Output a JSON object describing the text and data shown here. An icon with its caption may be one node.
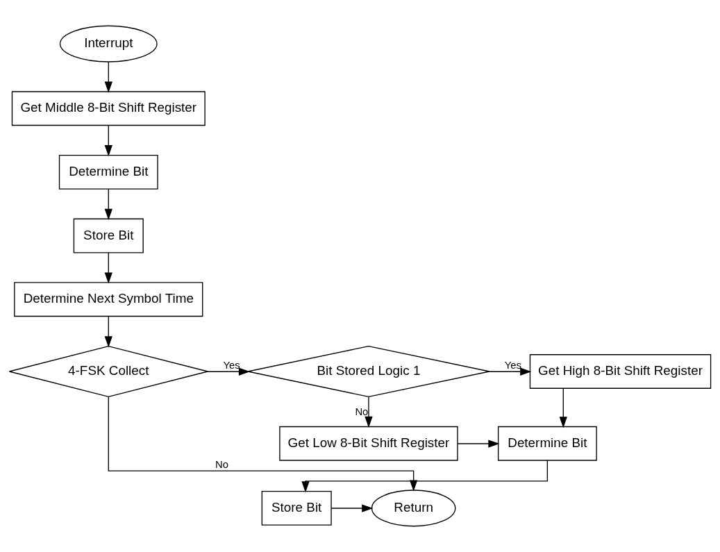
{
  "diagram": {
    "nodes": [
      {
        "text": [
          "Interrupt"
        ]
      },
      {
        "text": [
          "Get Middle 8-Bit Shift Register"
        ]
      },
      {
        "text": [
          "Determine Bit"
        ]
      },
      {
        "text": [
          "Store Bit"
        ]
      },
      {
        "text": [
          "Determine Next Symbol Time"
        ]
      },
      {
        "text": [
          "4-FSK Collect"
        ]
      },
      {
        "text": [
          "Bit Stored Logic 1"
        ]
      },
      {
        "text": [
          "Get High 8-Bit Shift Register"
        ]
      },
      {
        "text": [
          "Get Low 8-Bit Shift Register"
        ]
      },
      {
        "text": [
          "Determine Bit"
        ]
      },
      {
        "text": [
          "Return"
        ]
      },
      {
        "text": [
          "Store Bit"
        ]
      }
    ],
    "edges": [
      {
        "from": 0,
        "to": 1,
        "arrow": "to"
      },
      {
        "from": 1,
        "to": 2,
        "arrow": "to"
      },
      {
        "from": 2,
        "to": 3,
        "arrow": "to"
      },
      {
        "from": 3,
        "to": 4,
        "arrow": "to"
      },
      {
        "from": 4,
        "to": 5,
        "arrow": "to"
      },
      {
        "from": 5,
        "to": 6,
        "arrow": "to",
        "label": "Yes"
      },
      {
        "from": 6,
        "to": 7,
        "arrow": "to",
        "label": "Yes"
      },
      {
        "from": 6,
        "to": 8,
        "arrow": "to",
        "label": "No"
      },
      {
        "from": 5,
        "to": 10,
        "arrow": "to",
        "label": "No"
      },
      {
        "from": 7,
        "to": 9,
        "arrow": "to"
      },
      {
        "from": 8,
        "to": 9,
        "arrow": "to"
      },
      {
        "from": 9,
        "to": 11,
        "arrow": "to"
      },
      {
        "from": 11,
        "to": 10,
        "arrow": "to"
      }
    ]
  }
}
